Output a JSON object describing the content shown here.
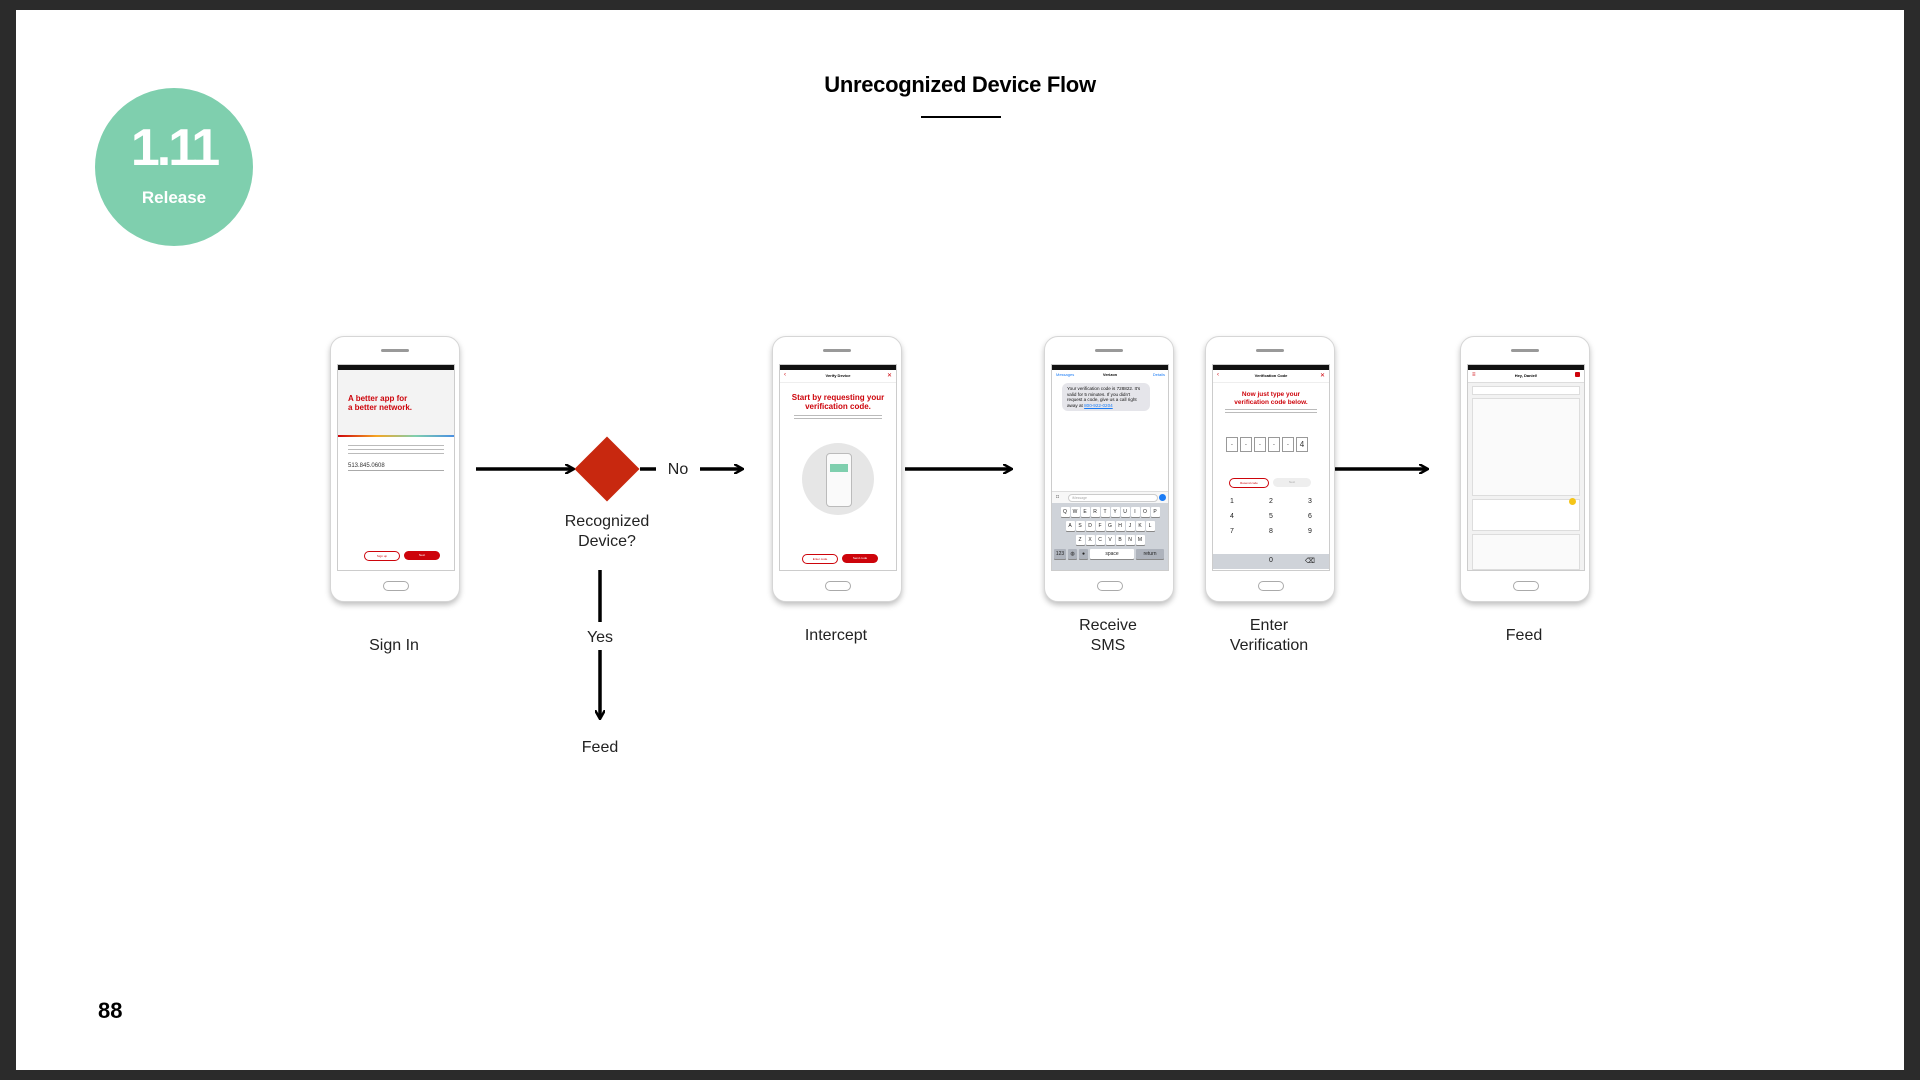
{
  "title": "Unrecognized Device Flow",
  "badge": {
    "version": "1.11",
    "label": "Release"
  },
  "page_number": "88",
  "decision": {
    "label": "Recognized\nDevice?",
    "no": "No",
    "yes": "Yes",
    "yes_target": "Feed"
  },
  "steps": [
    {
      "label": "Sign In"
    },
    {
      "label": "Intercept"
    },
    {
      "label": "Receive\nSMS"
    },
    {
      "label": "Enter\nVerification"
    },
    {
      "label": "Feed"
    }
  ],
  "screens": {
    "signin": {
      "headline": "A better app for\na better network.",
      "phone_value": "513.845.0608",
      "btn_secondary": "Sign up",
      "btn_primary": "Next"
    },
    "intercept": {
      "nav_title": "Verify Device",
      "headline": "Start by requesting your\nverification code.",
      "btn_secondary": "Enter code",
      "btn_primary": "Send code"
    },
    "sms": {
      "back": "Messages",
      "sender": "Verizon",
      "details": "Details",
      "message": "Your verification code is 728822. It's valid for 5 minutes. If you didn't request a code, give us a call right away at ",
      "phone_link": "800-922-0204",
      "input_placeholder": "iMessage",
      "keys_row1": [
        "Q",
        "W",
        "E",
        "R",
        "T",
        "Y",
        "U",
        "I",
        "O",
        "P"
      ],
      "keys_row2": [
        "A",
        "S",
        "D",
        "F",
        "G",
        "H",
        "J",
        "K",
        "L"
      ],
      "keys_row3": [
        "Z",
        "X",
        "C",
        "V",
        "B",
        "N",
        "M"
      ],
      "space": "space",
      "return": "return"
    },
    "enter": {
      "nav_title": "Verification Code",
      "headline": "Now just type your\nverification code below.",
      "last_digit": "4",
      "btn_secondary": "Resend code",
      "btn_primary": "Next",
      "pad": [
        "1",
        "2",
        "3",
        "4",
        "5",
        "6",
        "7",
        "8",
        "9",
        "0"
      ]
    },
    "feed": {
      "nav_title": "Hey, Daniel!"
    }
  },
  "colors": {
    "accent": "#cd040b",
    "badge": "#7fcfae"
  }
}
